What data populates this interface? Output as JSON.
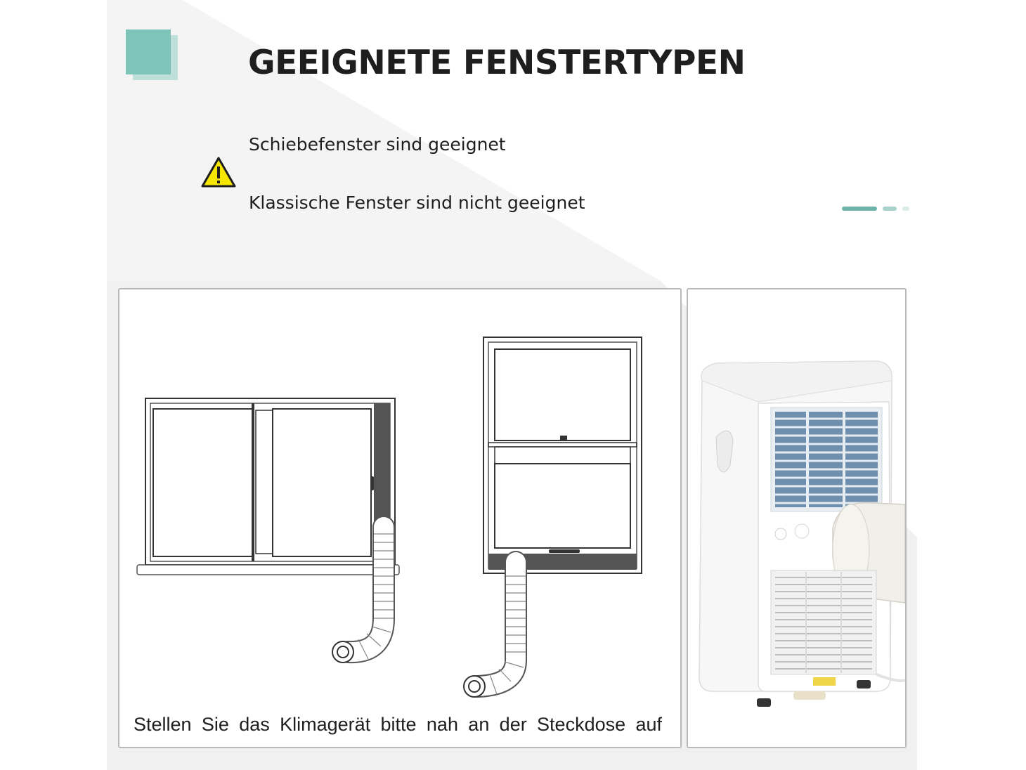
{
  "header": {
    "title": "GEEIGNETE FENSTERTYPEN"
  },
  "notes": {
    "suitable": "Schiebefenster sind geeignet",
    "not_suitable": "Klassische Fenster sind nicht geeignet"
  },
  "caption": "Stellen Sie das Klimagerät bitte nah an der Steckdose auf",
  "pagination": {
    "total": 3,
    "active_index": 0
  },
  "colors": {
    "accent": "#7fc4b9",
    "accent_light": "#bfe0da",
    "warning": "#f7e600",
    "frame_dark": "#545454",
    "panel_border": "#b9b9b9",
    "background_gray": "#f0f0f0"
  },
  "icons": {
    "logo": "teal-square-logo-icon",
    "warning": "warning-triangle-icon"
  }
}
